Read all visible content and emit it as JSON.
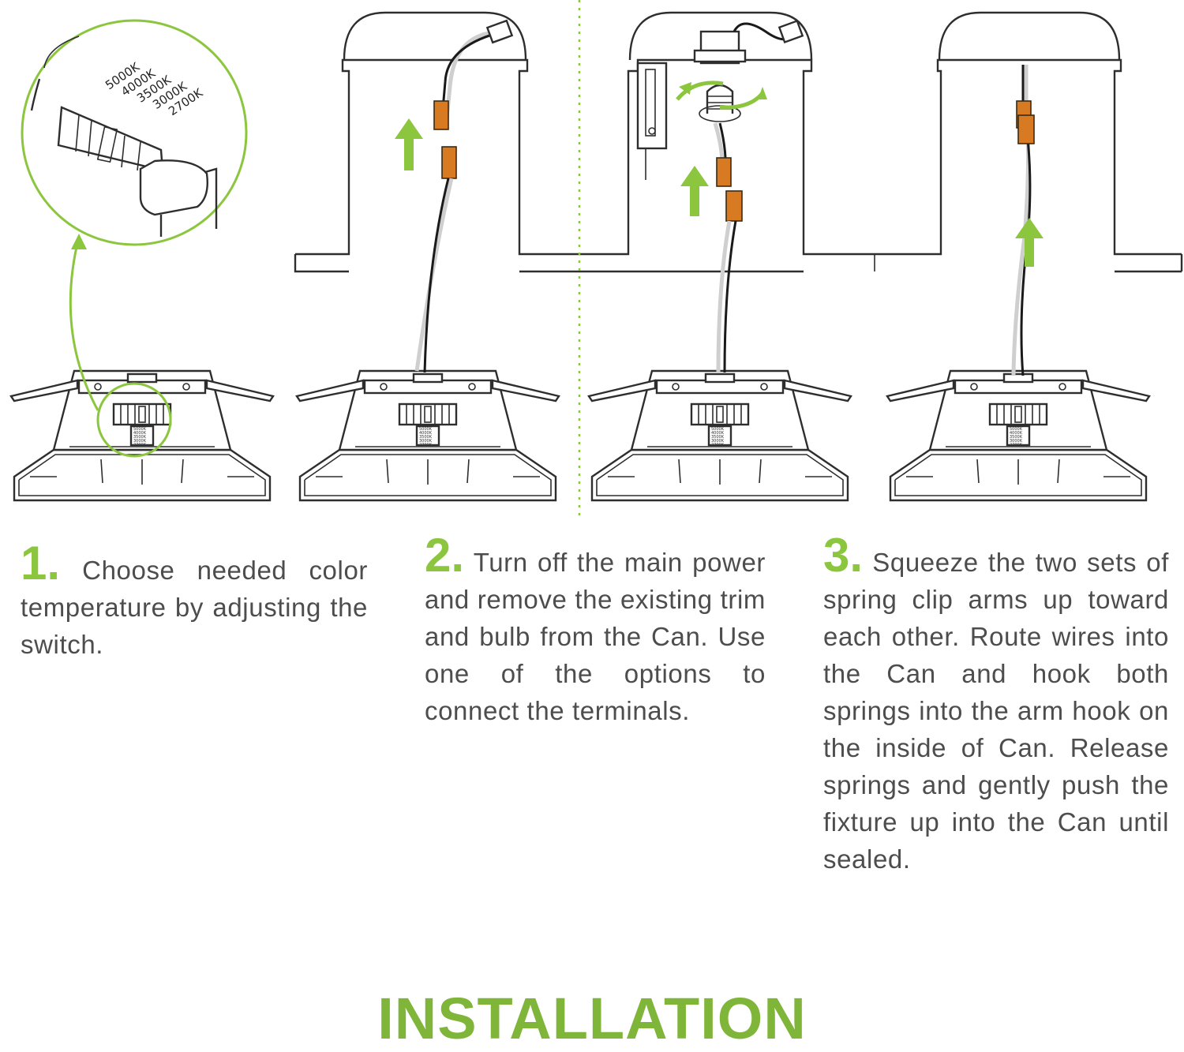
{
  "title": "INSTALLATION",
  "colors": {
    "accent": "#8cc63f",
    "title": "#7fb539",
    "body_text": "#4d4d4d",
    "connector": "#d77a22"
  },
  "switch_labels": [
    "5000K",
    "4000K",
    "3500K",
    "3000K",
    "2700K"
  ],
  "steps": [
    {
      "number": "1.",
      "text": "Choose needed color temperature by adjusting the switch."
    },
    {
      "number": "2.",
      "text": "Turn off the main power and remove the existing trim and bulb from the Can. Use one of the options to connect the terminals."
    },
    {
      "number": "3.",
      "text": "Squeeze the two sets of spring clip arms up toward each other. Route wires into the Can and hook both springs into the arm hook on the inside of Can. Release springs and gently push the fixture up into the Can until sealed."
    }
  ]
}
